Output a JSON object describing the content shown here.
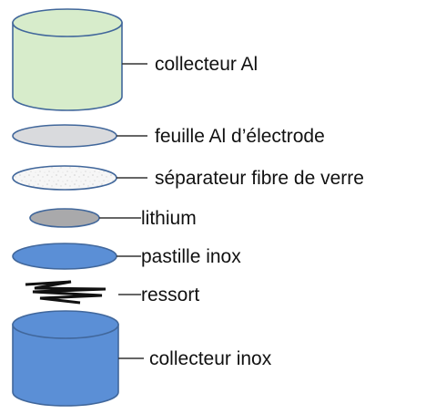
{
  "colors": {
    "collector_al": "#d7eccb",
    "electrode_foil": "#d9dadd",
    "separator": "#f5f5f5",
    "lithium": "#a9a9ab",
    "stainless": "#5b8fd6",
    "outline": "#41679b",
    "spring": "#111111"
  },
  "labels": {
    "collector_al": "collecteur Al",
    "electrode_foil": "feuille Al d’électrode",
    "separator": "séparateur fibre de verre",
    "lithium": "lithium",
    "spacer_disc": "pastille inox",
    "spring": "ressort",
    "collector_stainless": "collecteur inox"
  }
}
